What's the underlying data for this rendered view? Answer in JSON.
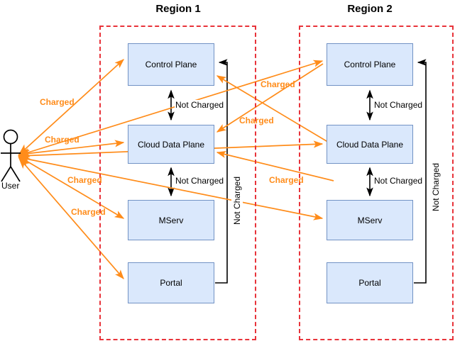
{
  "diagram": {
    "title_region1": "Region 1",
    "title_region2": "Region 2",
    "colors": {
      "node_fill": "#dae8fc",
      "node_stroke": "#7292c4",
      "region_stroke": "#e8333a",
      "charged_edge": "#ff8c1a",
      "not_charged_edge": "#000000"
    },
    "actor": {
      "name": "User",
      "icon": "stick-figure-icon"
    },
    "region1": {
      "label": "Region 1",
      "nodes": [
        {
          "id": "r1-control-plane",
          "label": "Control Plane"
        },
        {
          "id": "r1-cloud-data-plane",
          "label": "Cloud Data Plane"
        },
        {
          "id": "r1-mserv",
          "label": "MServ"
        },
        {
          "id": "r1-portal",
          "label": "Portal"
        }
      ],
      "internal_edge_labels": [
        {
          "id": "r1-cp-cdp",
          "text": "Not Charged"
        },
        {
          "id": "r1-cdp-mserv",
          "text": "Not Charged"
        },
        {
          "id": "r1-side-portal",
          "text": "Not Charged"
        }
      ]
    },
    "region2": {
      "label": "Region 2",
      "nodes": [
        {
          "id": "r2-control-plane",
          "label": "Control Plane"
        },
        {
          "id": "r2-cloud-data-plane",
          "label": "Cloud Data Plane"
        },
        {
          "id": "r2-mserv",
          "label": "MServ"
        },
        {
          "id": "r2-portal",
          "label": "Portal"
        }
      ],
      "internal_edge_labels": [
        {
          "id": "r2-cp-cdp",
          "text": "Not Charged"
        },
        {
          "id": "r2-cdp-mserv",
          "text": "Not Charged"
        },
        {
          "id": "r2-side-portal",
          "text": "Not Charged"
        }
      ]
    },
    "charged_labels": [
      {
        "id": "user-to-r1-control-plane",
        "text": "Charged"
      },
      {
        "id": "user-to-r1-cloud-data-plane",
        "text": "Charged"
      },
      {
        "id": "user-to-r1-mserv",
        "text": "Charged"
      },
      {
        "id": "user-to-r1-portal",
        "text": "Charged"
      },
      {
        "id": "user-to-r2-control-plane",
        "text": "Charged"
      },
      {
        "id": "user-to-r2-cloud-data-plane",
        "text": "Charged"
      },
      {
        "id": "user-to-r2-mserv",
        "text": "Charged"
      }
    ]
  }
}
